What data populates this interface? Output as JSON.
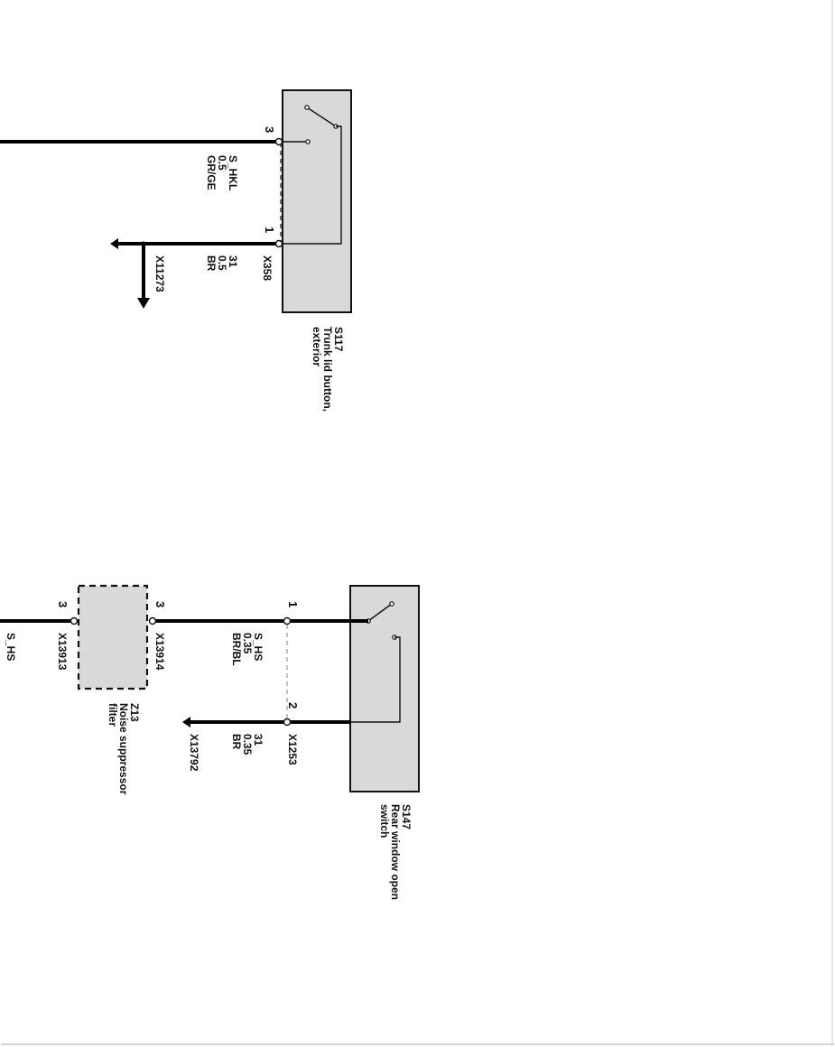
{
  "components": {
    "s117": {
      "id": "S117",
      "name_line1": "Trunk lid button,",
      "name_line2": "exterior",
      "connector": "X358",
      "pin_top": "3",
      "pin_bottom": "1",
      "wire_top": {
        "signal": "S_HKL",
        "gauge": "0.5",
        "color": "GR/GE"
      },
      "wire_bottom": {
        "signal": "31",
        "gauge": "0.5",
        "color": "BR"
      },
      "ground_connector": "X11273"
    },
    "s147": {
      "id": "S147",
      "name_line1": "Rear window open",
      "name_line2": "switch",
      "connector": "X1253",
      "pin_top": "1",
      "pin_bottom": "2",
      "wire_top": {
        "signal": "S_HS",
        "gauge": "0.35",
        "color": "BR/BL"
      },
      "wire_bottom": {
        "signal": "31",
        "gauge": "0.35",
        "color": "BR"
      },
      "ground_connector": "X13792"
    },
    "z13": {
      "id": "Z13",
      "name_line1": "Noise suppressor",
      "name_line2": "filter",
      "connector_left": "X13913",
      "connector_right": "X13914",
      "pin_left": "3",
      "pin_right": "3",
      "signal_out": "S_HS"
    }
  },
  "colors": {
    "component_fill": "#d9d9d9",
    "wire": "#000000"
  }
}
